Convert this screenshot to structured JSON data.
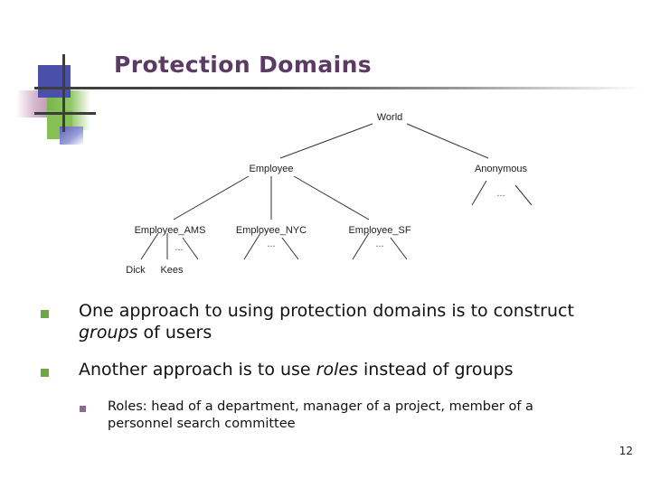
{
  "slide": {
    "title": "Protection Domains",
    "page_number": "12",
    "accent_title_color": "#5b3a63",
    "bullet_level1_color": "#6fa843",
    "bullet_level2_color": "#8a6a8f",
    "rule_color": "#3d3d3d"
  },
  "diagram": {
    "type": "tree",
    "root": "World",
    "nodes": {
      "world": "World",
      "employee": "Employee",
      "anonymous": "Anonymous",
      "employee_ams": "Employee_AMS",
      "employee_nyc": "Employee_NYC",
      "employee_sf": "Employee_SF",
      "dick": "Dick",
      "kees": "Kees"
    },
    "ellipsis": "...",
    "edges": [
      [
        "World",
        "Employee"
      ],
      [
        "World",
        "Anonymous"
      ],
      [
        "Employee",
        "Employee_AMS"
      ],
      [
        "Employee",
        "Employee_NYC"
      ],
      [
        "Employee",
        "Employee_SF"
      ],
      [
        "Employee_AMS",
        "Dick"
      ],
      [
        "Employee_AMS",
        "Kees"
      ]
    ]
  },
  "bullets": [
    {
      "level": 1,
      "marker": "green-square-bullet",
      "parts": [
        {
          "text": "One approach to using protection domains is to construct ",
          "italic": false
        },
        {
          "text": "groups",
          "italic": true
        },
        {
          "text": " of users",
          "italic": false
        }
      ]
    },
    {
      "level": 1,
      "marker": "green-square-bullet",
      "parts": [
        {
          "text": "Another approach is to use ",
          "italic": false
        },
        {
          "text": "roles",
          "italic": true
        },
        {
          "text": " instead of groups",
          "italic": false
        }
      ]
    },
    {
      "level": 2,
      "marker": "purple-square-bullet",
      "parts": [
        {
          "text": "Roles: head of a department, manager of a project, member of a personnel search committee",
          "italic": false
        }
      ]
    }
  ]
}
